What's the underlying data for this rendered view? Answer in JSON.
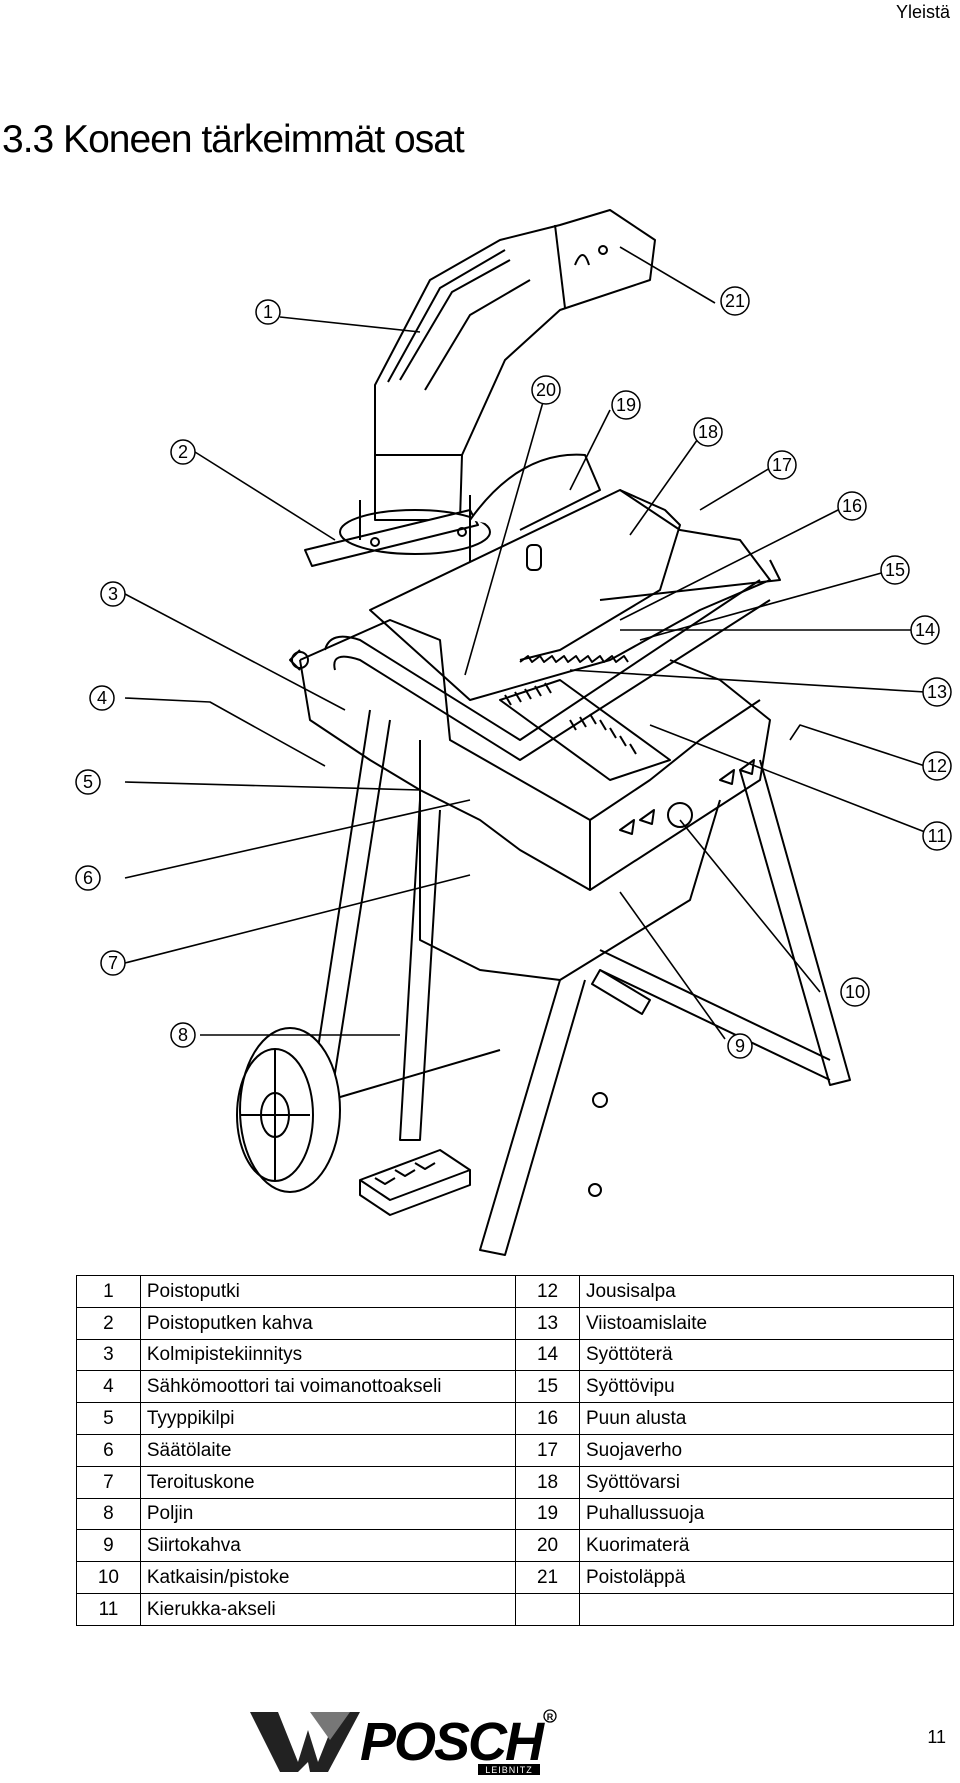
{
  "header": {
    "section": "Yleistä"
  },
  "title": "3.3  Koneen tärkeimmät osat",
  "diagram": {
    "callouts": [
      "1",
      "2",
      "3",
      "4",
      "5",
      "6",
      "7",
      "8",
      "9",
      "10",
      "11",
      "12",
      "13",
      "14",
      "15",
      "16",
      "17",
      "18",
      "19",
      "20",
      "21"
    ]
  },
  "parts_table": {
    "rows": [
      {
        "n1": "1",
        "p1": "Poistoputki",
        "n2": "12",
        "p2": "Jousisalpa"
      },
      {
        "n1": "2",
        "p1": "Poistoputken kahva",
        "n2": "13",
        "p2": "Viistoamislaite"
      },
      {
        "n1": "3",
        "p1": "Kolmipistekiinnitys",
        "n2": "14",
        "p2": "Syöttöterä"
      },
      {
        "n1": "4",
        "p1": "Sähkömoottori tai voimanottoakseli",
        "n2": "15",
        "p2": "Syöttövipu"
      },
      {
        "n1": "5",
        "p1": "Tyyppikilpi",
        "n2": "16",
        "p2": "Puun alusta"
      },
      {
        "n1": "6",
        "p1": "Säätölaite",
        "n2": "17",
        "p2": "Suojaverho"
      },
      {
        "n1": "7",
        "p1": "Teroituskone",
        "n2": "18",
        "p2": "Syöttövarsi"
      },
      {
        "n1": "8",
        "p1": "Poljin",
        "n2": "19",
        "p2": "Puhallussuoja"
      },
      {
        "n1": "9",
        "p1": "Siirtokahva",
        "n2": "20",
        "p2": "Kuorimaterä"
      },
      {
        "n1": "10",
        "p1": "Katkaisin/pistoke",
        "n2": "21",
        "p2": "Poistoläppä"
      },
      {
        "n1": "11",
        "p1": "Kierukka-akseli",
        "n2": "",
        "p2": ""
      }
    ]
  },
  "footer": {
    "logo_text": "POSCH",
    "logo_subtext": "LEIBNITZ",
    "registered_mark": "®",
    "page_number": "11"
  }
}
